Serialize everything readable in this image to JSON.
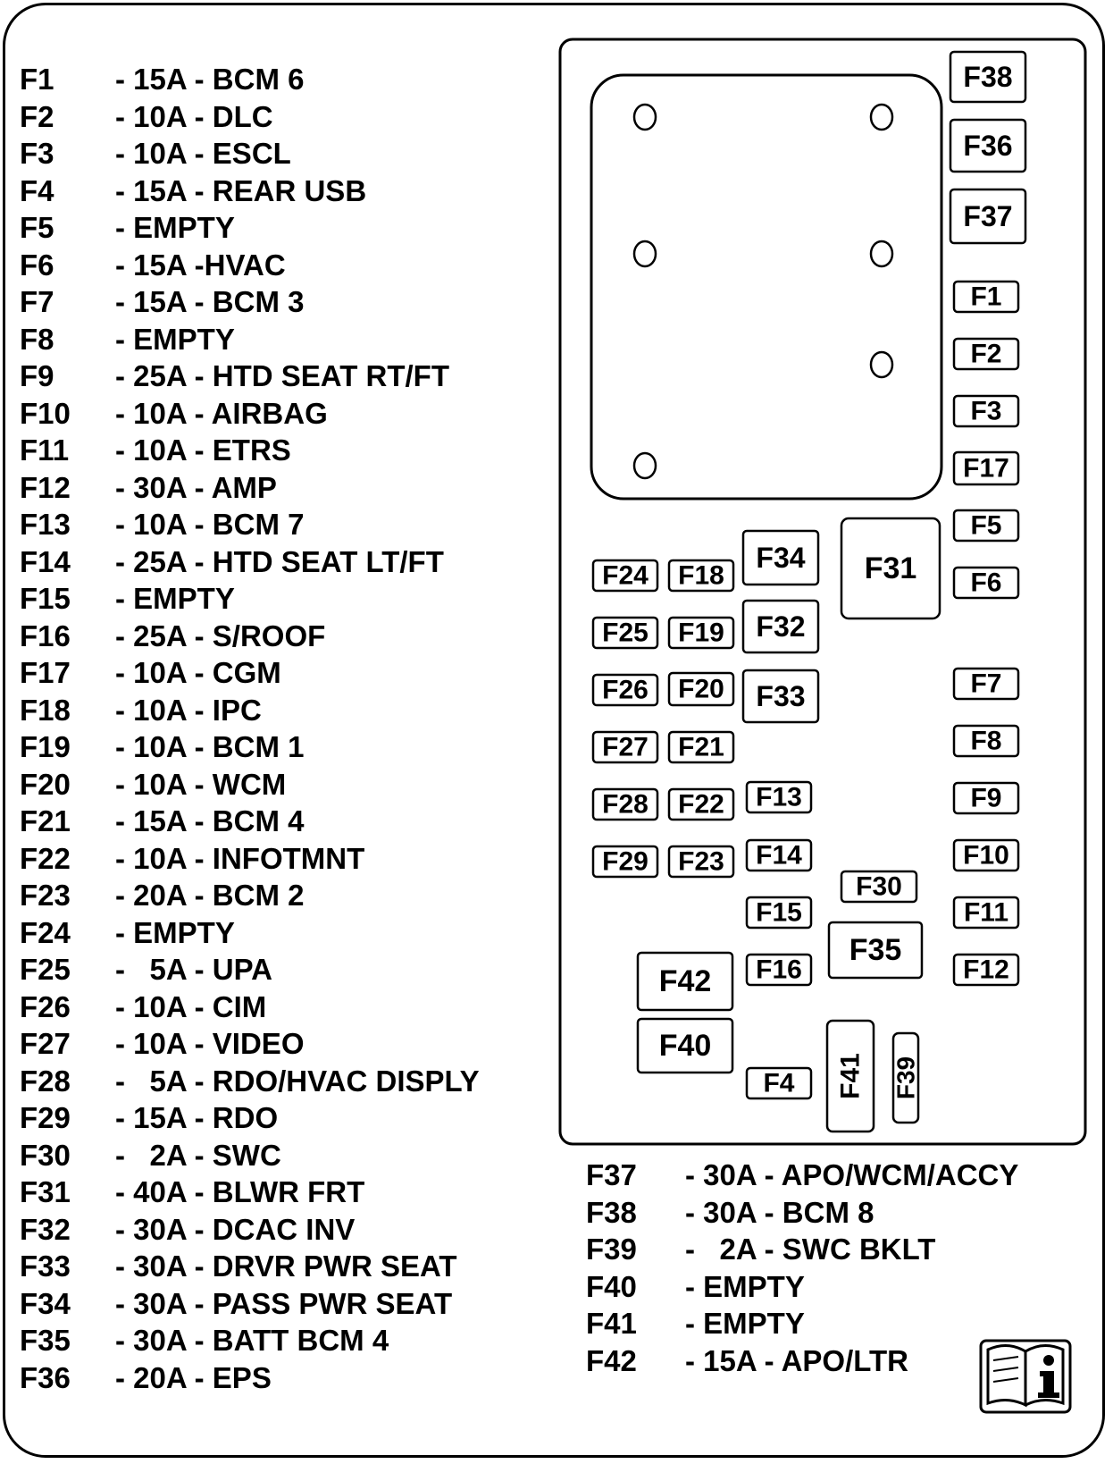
{
  "legend_left": [
    {
      "code": "F1",
      "desc": "- 15A - BCM 6"
    },
    {
      "code": "F2",
      "desc": "- 10A - DLC"
    },
    {
      "code": "F3",
      "desc": "- 10A - ESCL"
    },
    {
      "code": "F4",
      "desc": "- 15A - REAR USB"
    },
    {
      "code": "F5",
      "desc": "- EMPTY"
    },
    {
      "code": "F6",
      "desc": "- 15A -HVAC"
    },
    {
      "code": "F7",
      "desc": "- 15A - BCM 3"
    },
    {
      "code": "F8",
      "desc": "- EMPTY"
    },
    {
      "code": "F9",
      "desc": "- 25A - HTD SEAT RT/FT"
    },
    {
      "code": "F10",
      "desc": "- 10A - AIRBAG"
    },
    {
      "code": "F11",
      "desc": "- 10A - ETRS"
    },
    {
      "code": "F12",
      "desc": "- 30A - AMP"
    },
    {
      "code": "F13",
      "desc": "- 10A - BCM 7"
    },
    {
      "code": "F14",
      "desc": "- 25A - HTD SEAT LT/FT"
    },
    {
      "code": "F15",
      "desc": "- EMPTY"
    },
    {
      "code": "F16",
      "desc": "- 25A - S/ROOF"
    },
    {
      "code": "F17",
      "desc": "- 10A - CGM"
    },
    {
      "code": "F18",
      "desc": "- 10A - IPC"
    },
    {
      "code": "F19",
      "desc": "- 10A - BCM 1"
    },
    {
      "code": "F20",
      "desc": "- 10A - WCM"
    },
    {
      "code": "F21",
      "desc": "- 15A - BCM 4"
    },
    {
      "code": "F22",
      "desc": "- 10A - INFOTMNT"
    },
    {
      "code": "F23",
      "desc": "- 20A - BCM 2"
    },
    {
      "code": "F24",
      "desc": "- EMPTY"
    },
    {
      "code": "F25",
      "desc": "-   5A - UPA"
    },
    {
      "code": "F26",
      "desc": "- 10A - CIM"
    },
    {
      "code": "F27",
      "desc": "- 10A - VIDEO"
    },
    {
      "code": "F28",
      "desc": "-   5A - RDO/HVAC DISPLY"
    },
    {
      "code": "F29",
      "desc": "- 15A - RDO"
    },
    {
      "code": "F30",
      "desc": "-   2A - SWC"
    },
    {
      "code": "F31",
      "desc": "- 40A - BLWR FRT"
    },
    {
      "code": "F32",
      "desc": "- 30A - DCAC INV"
    },
    {
      "code": "F33",
      "desc": "- 30A - DRVR PWR SEAT"
    },
    {
      "code": "F34",
      "desc": "- 30A - PASS PWR SEAT"
    },
    {
      "code": "F35",
      "desc": "- 30A - BATT BCM 4"
    },
    {
      "code": "F36",
      "desc": "- 20A - EPS"
    }
  ],
  "legend_right": [
    {
      "code": "F37",
      "desc": "- 30A - APO/WCM/ACCY"
    },
    {
      "code": "F38",
      "desc": "- 30A - BCM 8"
    },
    {
      "code": "F39",
      "desc": "-   2A - SWC BKLT"
    },
    {
      "code": "F40",
      "desc": "- EMPTY"
    },
    {
      "code": "F41",
      "desc": "- EMPTY"
    },
    {
      "code": "F42",
      "desc": "- 15A - APO/LTR"
    }
  ],
  "fuse_labels": {
    "F1": "F1",
    "F2": "F2",
    "F3": "F3",
    "F4": "F4",
    "F5": "F5",
    "F6": "F6",
    "F7": "F7",
    "F8": "F8",
    "F9": "F9",
    "F10": "F10",
    "F11": "F11",
    "F12": "F12",
    "F13": "F13",
    "F14": "F14",
    "F15": "F15",
    "F16": "F16",
    "F17": "F17",
    "F18": "F18",
    "F19": "F19",
    "F20": "F20",
    "F21": "F21",
    "F22": "F22",
    "F23": "F23",
    "F24": "F24",
    "F25": "F25",
    "F26": "F26",
    "F27": "F27",
    "F28": "F28",
    "F29": "F29",
    "F30": "F30",
    "F31": "F31",
    "F32": "F32",
    "F33": "F33",
    "F34": "F34",
    "F35": "F35",
    "F36": "F36",
    "F37": "F37",
    "F38": "F38",
    "F39": "F39",
    "F40": "F40",
    "F41": "F41",
    "F42": "F42"
  },
  "icons": {
    "manual": "owner-manual-info-icon"
  }
}
